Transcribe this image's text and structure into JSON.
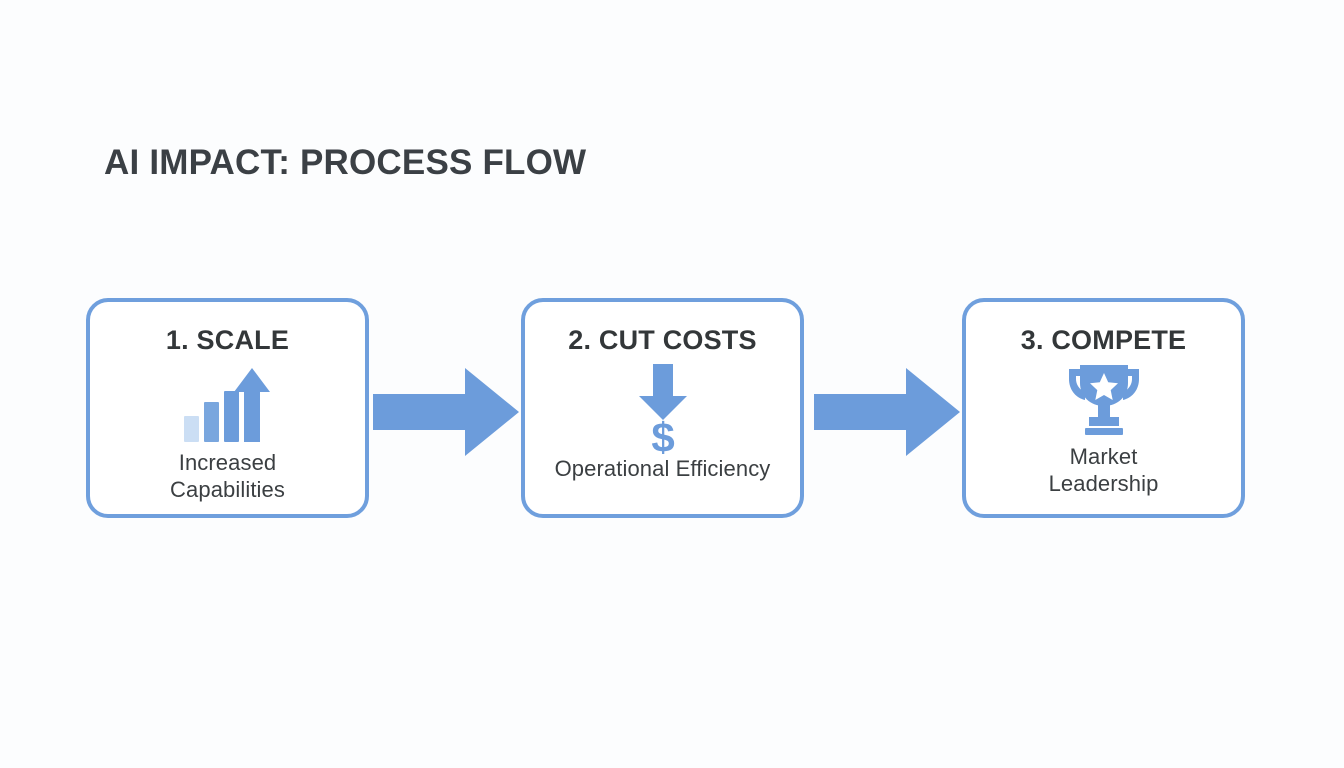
{
  "slide": {
    "title": "AI IMPACT: PROCESS FLOW",
    "background_color": "#fcfdfe",
    "accent_color": "#6f9fdd",
    "title_color": "#3b4045"
  },
  "steps": [
    {
      "title": "1. SCALE",
      "caption": "Increased\nCapabilities",
      "icon": "bar-chart-growth-icon"
    },
    {
      "title": "2. CUT COSTS",
      "caption": "Operational Efficiency",
      "icon": "down-arrow-dollar-icon"
    },
    {
      "title": "3. COMPETE",
      "caption": "Market\nLeadership",
      "icon": "trophy-icon"
    }
  ],
  "connectors": [
    {
      "icon": "right-arrow-icon"
    },
    {
      "icon": "right-arrow-icon"
    }
  ]
}
